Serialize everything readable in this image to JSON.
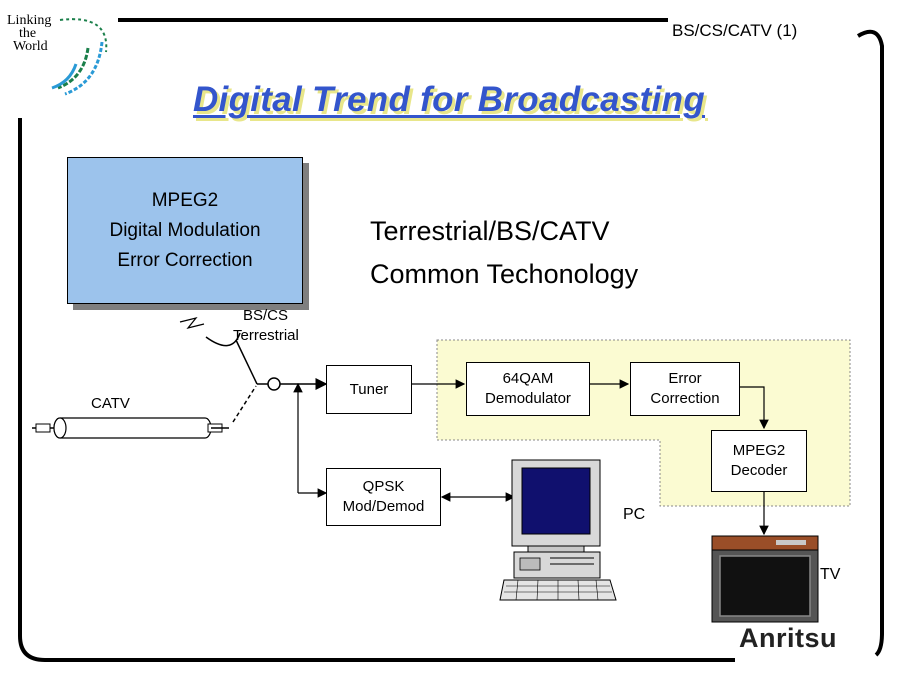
{
  "logo": {
    "line1": "Linking",
    "line2": "the",
    "line3": "World"
  },
  "page_label": "BS/CS/CATV (1)",
  "title": "Digital Trend for Broadcasting",
  "tech_box": {
    "line1": "MPEG2",
    "line2": "Digital Modulation",
    "line3": "Error Correction"
  },
  "common_text": {
    "line1": "Terrestrial/BS/CATV",
    "line2": "Common Techonology"
  },
  "antenna_label": {
    "line1": "BS/CS",
    "line2": "Terrestrial"
  },
  "catv_label": "CATV",
  "blocks": {
    "tuner": "Tuner",
    "demod": {
      "line1": "64QAM",
      "line2": "Demodulator"
    },
    "error": {
      "line1": "Error",
      "line2": "Correction"
    },
    "decoder": {
      "line1": "MPEG2",
      "line2": "Decoder"
    },
    "qpsk": {
      "line1": "QPSK",
      "line2": "Mod/Demod"
    }
  },
  "pc_label": "PC",
  "tv_label": "TV",
  "brand": "Anritsu"
}
